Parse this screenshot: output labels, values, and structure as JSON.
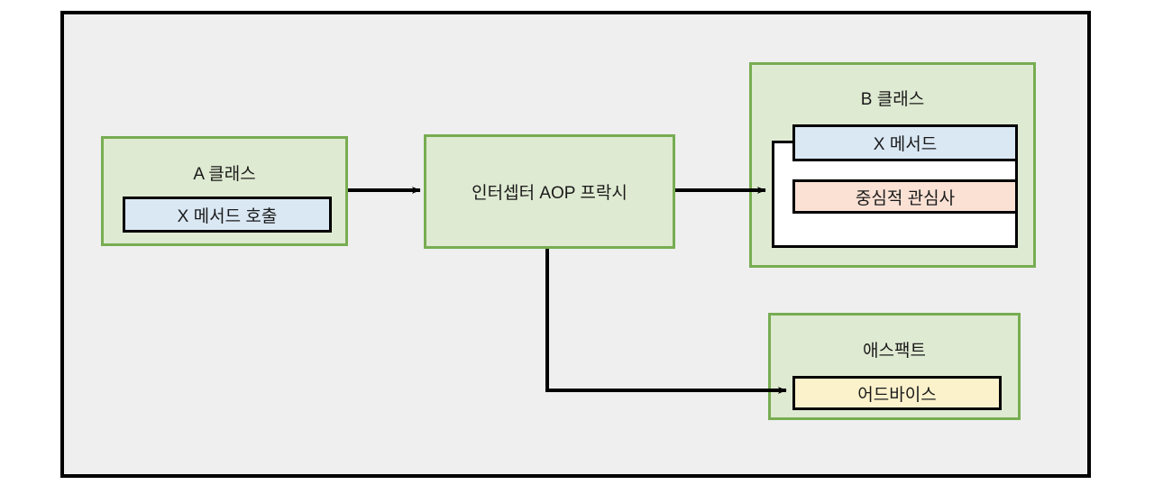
{
  "diagram": {
    "title_visible": false,
    "frame": {
      "label": "outer-frame",
      "background": "#efefef",
      "border_color": "#000000"
    },
    "palette": {
      "group_fill": "#dfead2",
      "group_border": "#77ad52",
      "blue_fill": "#dae8f4",
      "salmon_fill": "#fae1d4",
      "yellow_fill": "#fbf2cc",
      "white_fill": "#ffffff",
      "line": "#000000",
      "text": "#1a1a1a"
    },
    "nodes": {
      "a_class": {
        "title": "A 클래스",
        "member": "X 메서드 호출"
      },
      "proxy": {
        "label": "인터셉터 AOP 프락시"
      },
      "b_class": {
        "title": "B 클래스",
        "member_method": "X 메서드",
        "member_concern": "중심적 관심사"
      },
      "aspect": {
        "title": "애스팩트",
        "member_advice": "어드바이스"
      }
    },
    "connectors": [
      {
        "name": "a-class-to-proxy",
        "from": "a_class",
        "to": "proxy",
        "style": "straight-arrow"
      },
      {
        "name": "proxy-to-b-class",
        "from": "proxy",
        "to": "b_class",
        "style": "straight-arrow"
      },
      {
        "name": "proxy-to-aspect",
        "from": "proxy",
        "to": "aspect",
        "style": "elbow-arrow"
      }
    ]
  }
}
